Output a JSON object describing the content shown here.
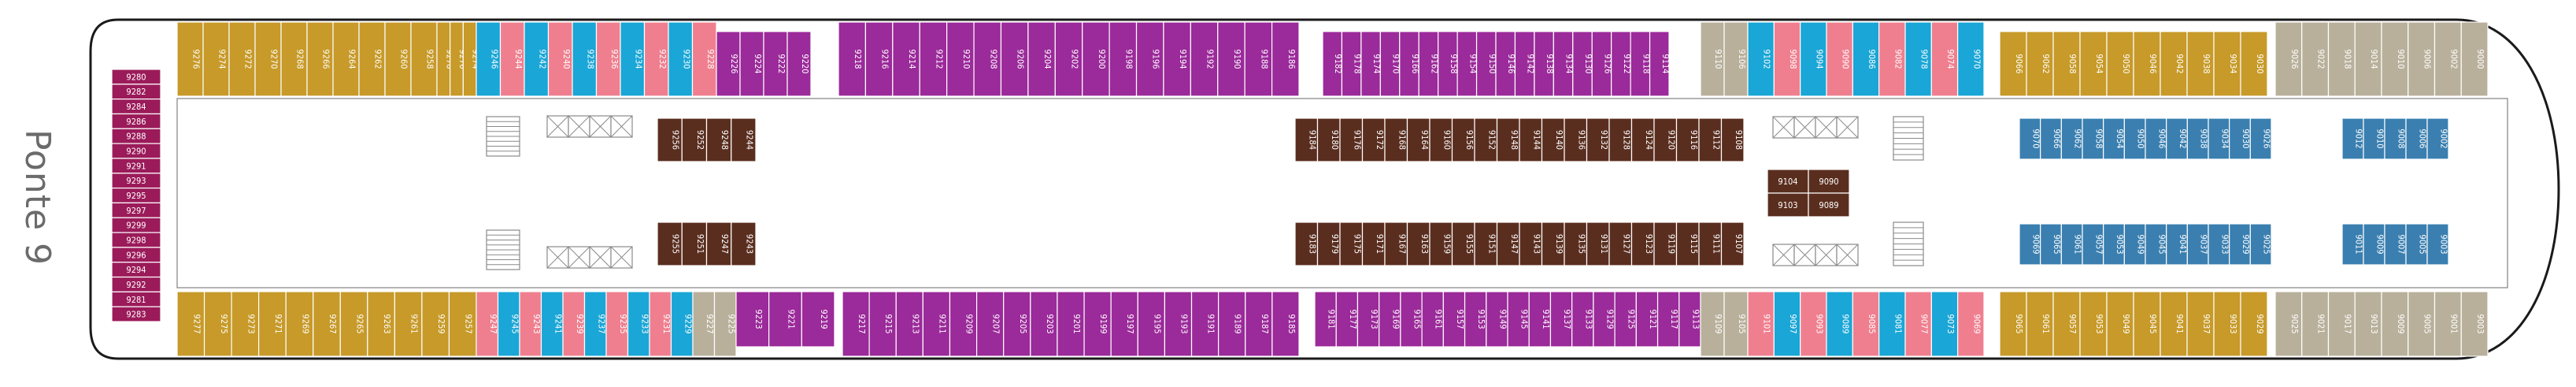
{
  "deck": {
    "title": "Ponte 9"
  },
  "legend_colors": {
    "aft_suite": "#9b1b5a",
    "gold": "#c79a29",
    "teal": "#1aa6d6",
    "pink": "#ef7f8f",
    "purple": "#9b2a9a",
    "brown": "#5a2e1f",
    "steelblue": "#3a7fb0",
    "grey": "#b8b09b"
  },
  "rows": {
    "aft": [
      "9280",
      "9282",
      "9284",
      "9286",
      "9288",
      "9290",
      "9291",
      "9293",
      "9295",
      "9297",
      "9299",
      "9298",
      "9296",
      "9294",
      "9292",
      "9281",
      "9283"
    ],
    "top_gold": [
      "9276",
      "9274",
      "9272",
      "9270",
      "9268",
      "9266",
      "9264",
      "9262",
      "9260",
      "9258"
    ],
    "top_gold_b": [
      "9278",
      "9276",
      "9274"
    ],
    "top_teal_pink": [
      "9246",
      "9244",
      "9242",
      "9240",
      "9238",
      "9236",
      "9234",
      "9232",
      "9230",
      "9228"
    ],
    "top_purple_a": [
      "9226",
      "9224",
      "9222",
      "9220"
    ],
    "top_purple_b": [
      "9218",
      "9216",
      "9214",
      "9212",
      "9210",
      "9208",
      "9206",
      "9204",
      "9202",
      "9200",
      "9198",
      "9196",
      "9194",
      "9192",
      "9190",
      "9188",
      "9186"
    ],
    "top_purple_c": [
      "9182",
      "9178",
      "9174",
      "9170",
      "9166",
      "9162",
      "9158",
      "9154",
      "9150",
      "9146",
      "9142",
      "9138",
      "9134",
      "9130",
      "9126",
      "9122",
      "9118",
      "9114"
    ],
    "top_grey_a": [
      "9110",
      "9106"
    ],
    "top_teal_pink_b": [
      "9102",
      "9098",
      "9094",
      "9090",
      "9086",
      "9082",
      "9078",
      "9074",
      "9070"
    ],
    "top_gold_c": [
      "9066",
      "9062",
      "9058",
      "9054",
      "9050",
      "9046",
      "9042",
      "9038",
      "9034",
      "9030"
    ],
    "top_grey_b": [
      "9026",
      "9022",
      "9018",
      "9014",
      "9010",
      "9006",
      "9002",
      "9000"
    ],
    "bottom_gold": [
      "9277",
      "9275",
      "9273",
      "9271",
      "9269",
      "9267",
      "9265",
      "9263",
      "9261",
      "9259",
      "9257"
    ],
    "bottom_teal_pink": [
      "9247",
      "9245",
      "9243",
      "9241",
      "9239",
      "9237",
      "9235",
      "9233",
      "9231",
      "9229"
    ],
    "bottom_grey_a": [
      "9227",
      "9225"
    ],
    "bottom_purple_a": [
      "9223",
      "9221",
      "9219"
    ],
    "bottom_purple_b": [
      "9217",
      "9215",
      "9213",
      "9211",
      "9209",
      "9207",
      "9205",
      "9203",
      "9201",
      "9199",
      "9197",
      "9195",
      "9193",
      "9191",
      "9189",
      "9187",
      "9185"
    ],
    "bottom_purple_c": [
      "9181",
      "9177",
      "9173",
      "9169",
      "9165",
      "9161",
      "9157",
      "9153",
      "9149",
      "9145",
      "9141",
      "9137",
      "9133",
      "9129",
      "9125",
      "9121",
      "9117",
      "9113"
    ],
    "bottom_grey_b": [
      "9109",
      "9105"
    ],
    "bottom_teal_pink_b": [
      "9101",
      "9097",
      "9093",
      "9089",
      "9085",
      "9081",
      "9077",
      "9073",
      "9069"
    ],
    "bottom_gold_c": [
      "9065",
      "9061",
      "9057",
      "9053",
      "9049",
      "9045",
      "9041",
      "9037",
      "9033",
      "9029"
    ],
    "bottom_grey_c": [
      "9025",
      "9021",
      "9017",
      "9013",
      "9009",
      "9005",
      "9001",
      "9003"
    ],
    "inner_brown_top_a": [
      "9256",
      "9252",
      "9248",
      "9244"
    ],
    "inner_brown_bot_a": [
      "9255",
      "9251",
      "9247",
      "9243"
    ],
    "inner_brown_top_b": [
      "9184",
      "9180",
      "9176",
      "9172",
      "9168",
      "9164",
      "9160",
      "9156",
      "9152",
      "9148",
      "9144",
      "9140",
      "9136",
      "9132",
      "9128",
      "9124",
      "9120",
      "9116",
      "9112",
      "9108"
    ],
    "inner_brown_bot_b": [
      "9183",
      "9179",
      "9175",
      "9171",
      "9167",
      "9163",
      "9159",
      "9155",
      "9151",
      "9147",
      "9143",
      "9139",
      "9135",
      "9131",
      "9127",
      "9123",
      "9119",
      "9115",
      "9111",
      "9107"
    ],
    "inner_center_brown": [
      "9104",
      "9090",
      "9103",
      "9089"
    ],
    "inner_blue_top_a": [
      "9070",
      "9066",
      "9062",
      "9058",
      "9054",
      "9050",
      "9046",
      "9042",
      "9038",
      "9034",
      "9030",
      "9026"
    ],
    "inner_blue_bot_a": [
      "9069",
      "9065",
      "9061",
      "9057",
      "9053",
      "9049",
      "9045",
      "9041",
      "9037",
      "9033",
      "9029",
      "9025"
    ],
    "inner_blue_top_b": [
      "9012",
      "9010",
      "9008",
      "9006",
      "9002"
    ],
    "inner_blue_bot_b": [
      "9011",
      "9009",
      "9007",
      "9005",
      "9003"
    ]
  }
}
